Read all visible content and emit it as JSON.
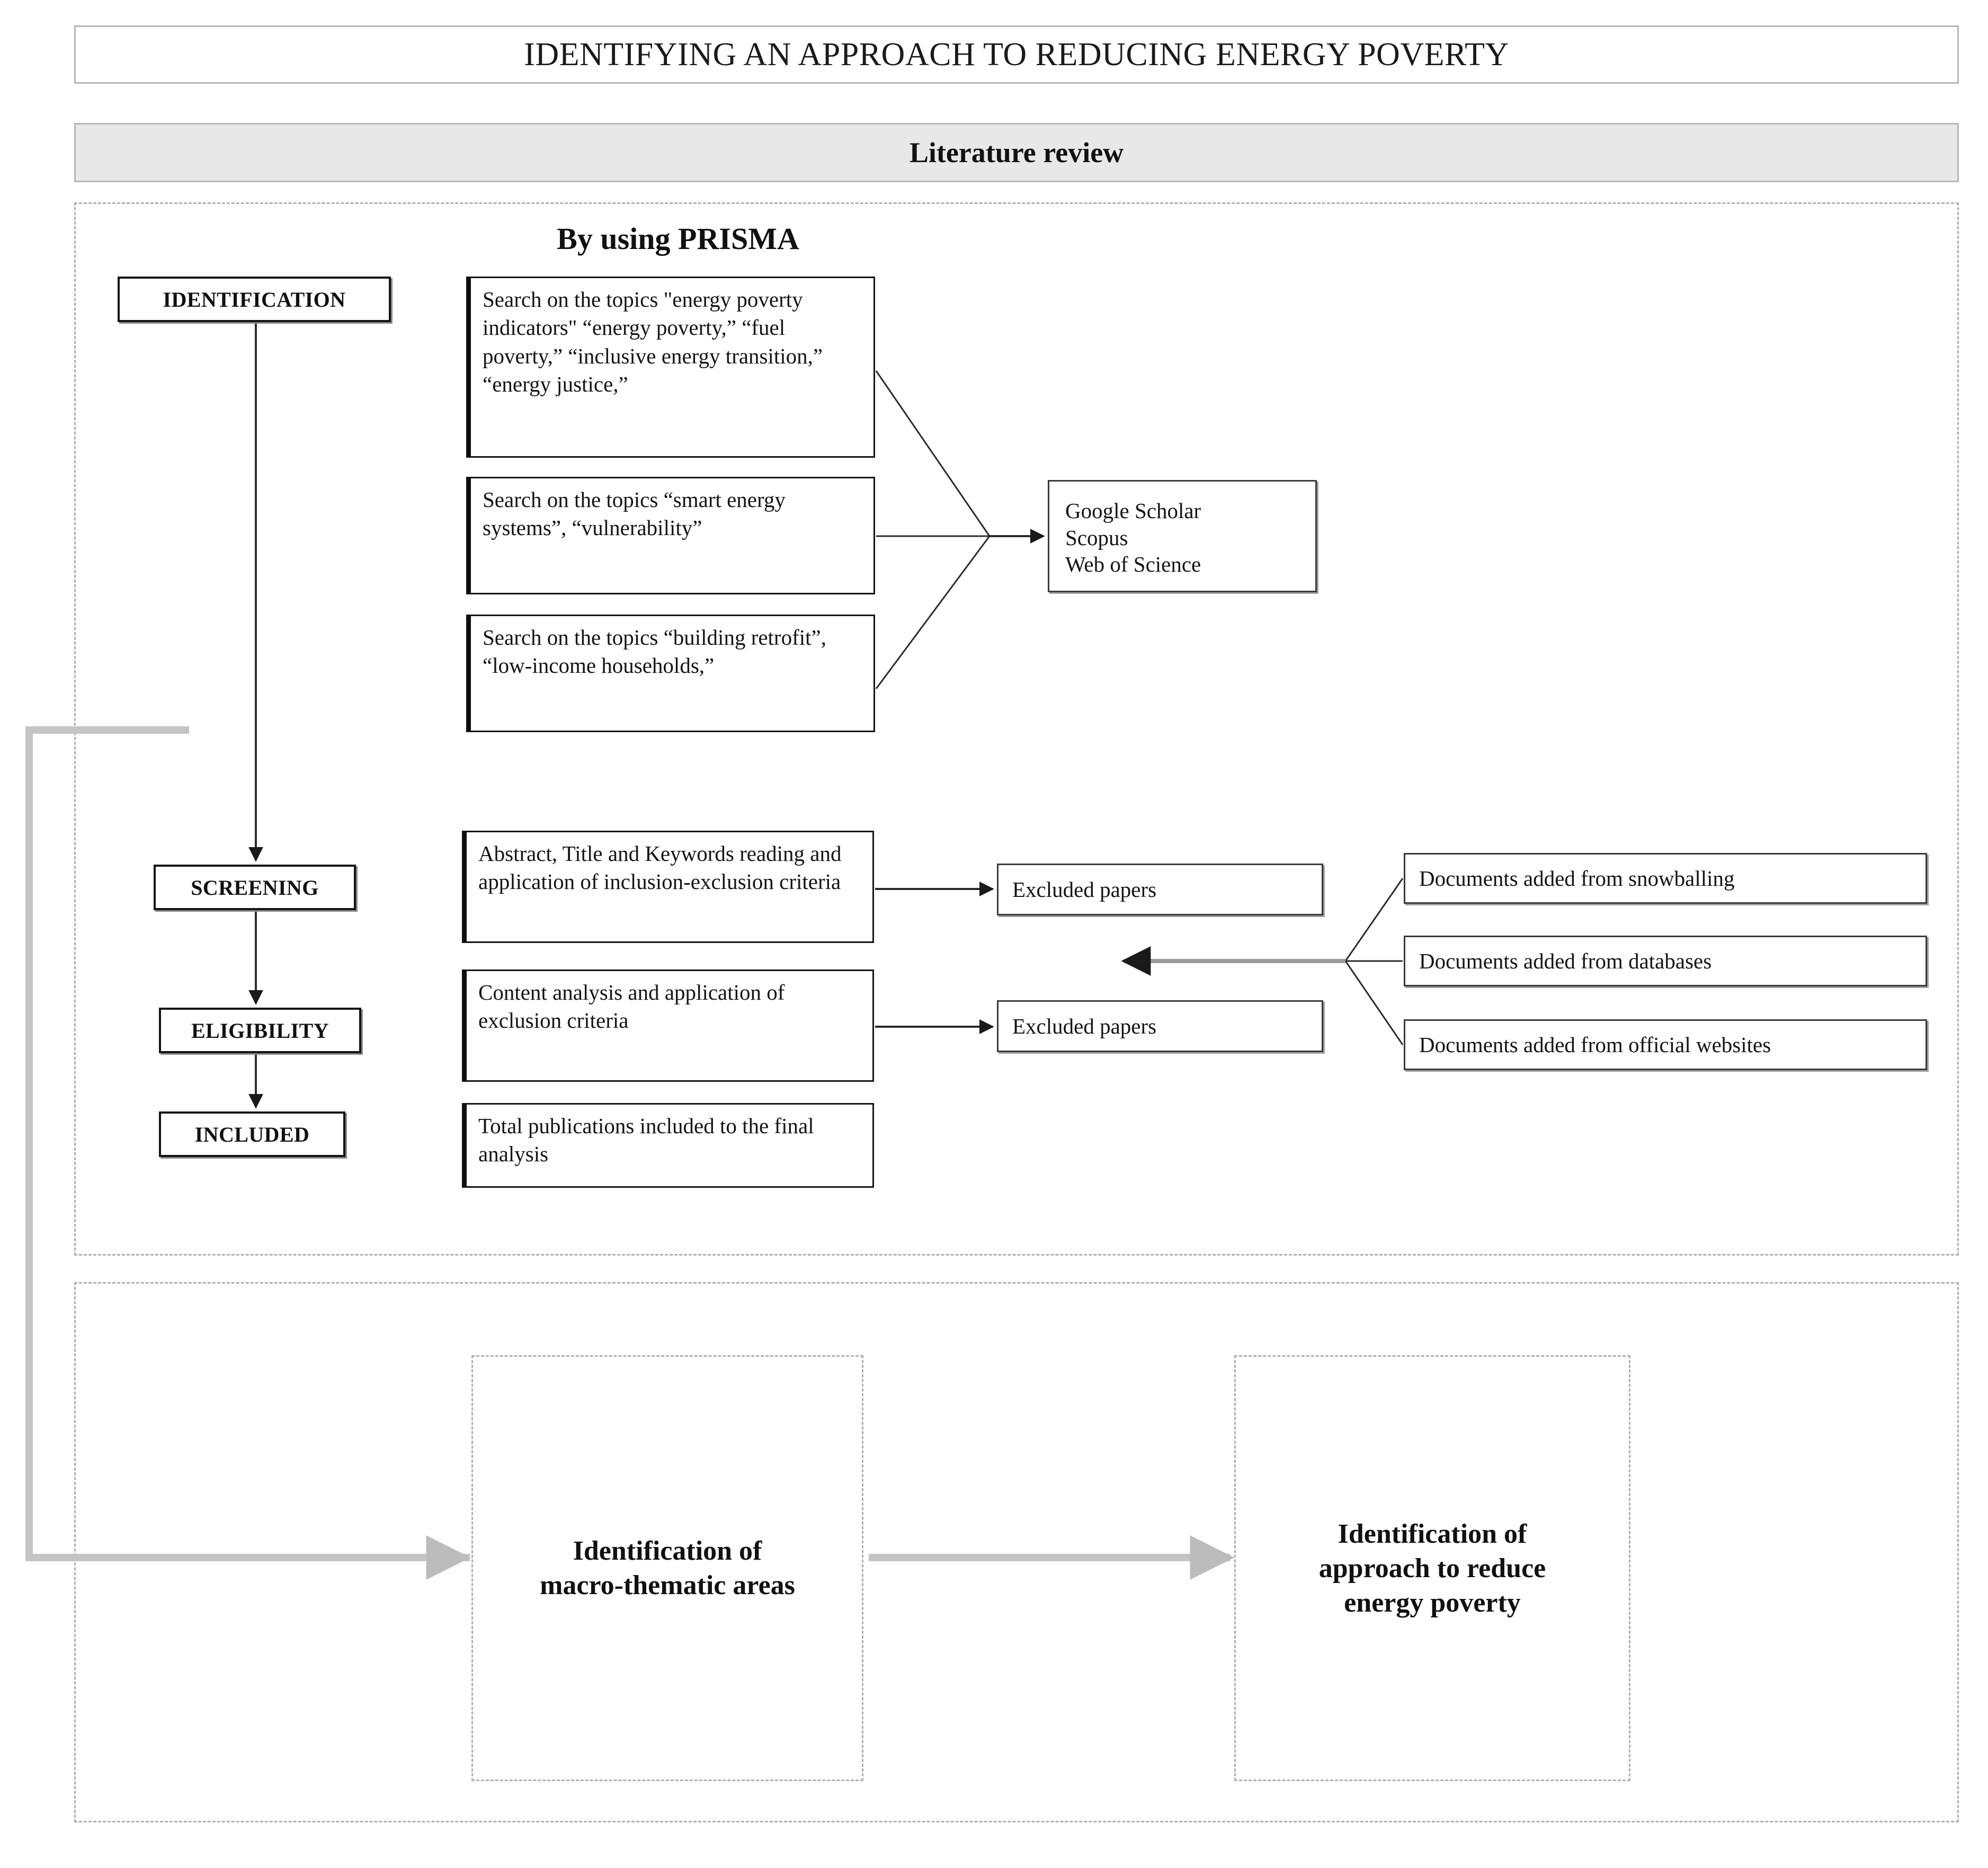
{
  "header": {
    "title": "IDENTIFYING AN APPROACH TO REDUCING ENERGY POVERTY",
    "section_label": "Literature review"
  },
  "prisma": {
    "heading": "By using PRISMA",
    "stages": [
      {
        "id": "identification",
        "label": "IDENTIFICATION"
      },
      {
        "id": "screening",
        "label": "SCREENING"
      },
      {
        "id": "eligibility",
        "label": "ELIGIBILITY"
      },
      {
        "id": "included",
        "label": "INCLUDED"
      }
    ],
    "search_boxes": [
      {
        "id": "search-1",
        "text": "Search on the topics \"energy poverty indicators\" “energy poverty,” “fuel poverty,” “inclusive energy transition,” “energy justice,”"
      },
      {
        "id": "search-2",
        "text": "Search on the topics “smart energy systems”, “vulnerability”"
      },
      {
        "id": "search-3",
        "text": "Search on the topics “building retrofit”, “low-income households,”"
      }
    ],
    "databases": {
      "line1": "Google Scholar",
      "line2": "Scopus",
      "line3": "Web of Science"
    },
    "criteria_boxes": [
      {
        "id": "criteria-1",
        "text": "Abstract, Title and Keywords reading and application of inclusion-exclusion criteria"
      },
      {
        "id": "criteria-2",
        "text": "Content analysis and application of exclusion criteria"
      },
      {
        "id": "included-total",
        "text": "Total publications included to the final analysis"
      }
    ],
    "excluded": [
      {
        "id": "excluded-1",
        "label": "Excluded  papers"
      },
      {
        "id": "excluded-2",
        "label": "Excluded  papers"
      }
    ],
    "added": [
      {
        "id": "added-snowballing",
        "label": "Documents added  from snowballing"
      },
      {
        "id": "added-databases",
        "label": "Documents added  from databases"
      },
      {
        "id": "added-websites",
        "label": "Documents added  from official websites"
      }
    ]
  },
  "outcomes": [
    {
      "id": "macro-thematic",
      "label": "Identification of\nmacro-thematic areas"
    },
    {
      "id": "approach",
      "label": "Identification of\napproach  to reduce\nenergy poverty"
    }
  ],
  "colors": {
    "band_border": "#b7b7b7",
    "band_fill": "#e8e8e8",
    "dashed_border": "#b0b0b0",
    "box_border": "#141414",
    "arrow_black": "#1a1a1a",
    "arrow_gray": "#bcbcbc"
  }
}
